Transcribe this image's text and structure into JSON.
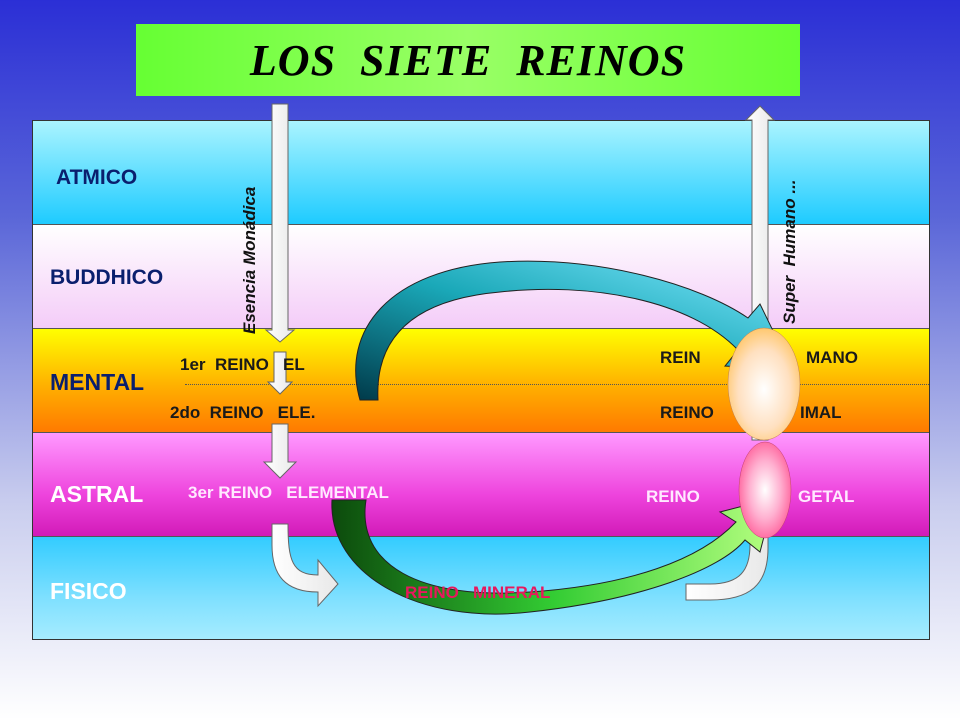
{
  "title": "LOS  SIETE  REINOS",
  "planes": {
    "atmico": "ATMICO",
    "buddhico": "BUDDHICO",
    "mental": "MENTAL",
    "astral": "ASTRAL",
    "fisico": "FISICO"
  },
  "arrow_labels": {
    "descent": "Esencia Monádica",
    "ascent": "Super  Humano ..."
  },
  "kingdoms": {
    "first": "1er  REINO   EL",
    "second": "2do  REINO   ELE.",
    "third": "3er REINO   ELEMENTAL",
    "mineral": "REINO   MINERAL",
    "vegetal_left": "REINO",
    "vegetal_right": "GETAL",
    "animal_left": "REINO",
    "animal_right": "IMAL",
    "human_left": "REIN",
    "human_right": "MANO"
  },
  "colors": {
    "title_bg": "#66ff33",
    "atmico": "#1ecbff",
    "buddhico": "#f4ccf8",
    "mental": "#ffb000",
    "astral": "#ee44dd",
    "fisico": "#7fe0ff",
    "cycle_upper": "#1aa8b8",
    "cycle_lower": "#33cc33"
  }
}
